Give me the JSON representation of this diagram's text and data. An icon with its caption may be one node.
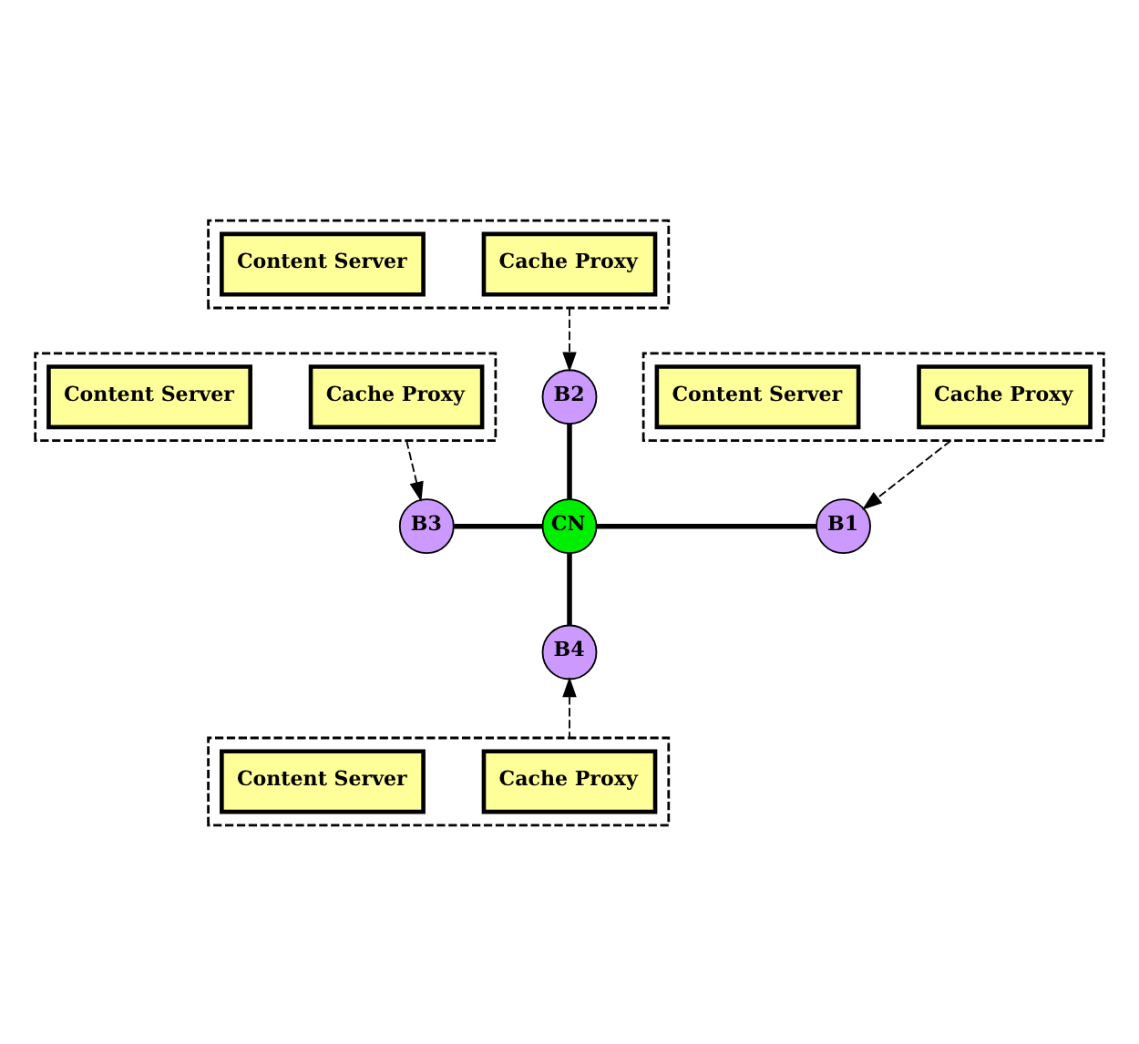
{
  "diagram": {
    "nodes": [
      {
        "text": [],
        "shape": "box"
      },
      {
        "text": [
          "Cache Proxy"
        ],
        "in": 0
      },
      {
        "text": [
          "Content Server"
        ],
        "in": 0
      },
      {
        "text": [
          "B2"
        ]
      },
      {
        "text": [],
        "shape": "box"
      },
      {
        "text": [
          "Cache Proxy"
        ],
        "in": 4
      },
      {
        "text": [
          "Content Server"
        ],
        "in": 4
      },
      {
        "text": [],
        "shape": "box"
      },
      {
        "text": [
          "Cache Proxy"
        ],
        "in": 7
      },
      {
        "text": [
          "Content Server"
        ],
        "in": 7
      },
      {
        "text": [
          "B3"
        ]
      },
      {
        "text": [
          "CN"
        ]
      },
      {
        "text": [
          "B1"
        ]
      },
      {
        "text": [
          "B4"
        ]
      },
      {
        "text": [],
        "shape": "box"
      },
      {
        "text": [
          "Cache Proxy"
        ],
        "in": 14
      },
      {
        "text": [
          "Content Server"
        ],
        "in": 14
      }
    ],
    "edges": [
      {
        "from": 0,
        "to": 3,
        "arrow": "to",
        "style": "dashed"
      },
      {
        "from": 4,
        "to": 10,
        "arrow": "to",
        "style": "dashed"
      },
      {
        "from": 7,
        "to": 12,
        "arrow": "to",
        "style": "dashed"
      },
      {
        "from": 14,
        "to": 13,
        "arrow": "to",
        "style": "dashed"
      },
      {
        "from": 3,
        "to": 11,
        "arrow": "none",
        "style": "thick"
      },
      {
        "from": 10,
        "to": 11,
        "arrow": "none",
        "style": "thick"
      },
      {
        "from": 11,
        "to": 12,
        "arrow": "none",
        "style": "thick"
      },
      {
        "from": 11,
        "to": 13,
        "arrow": "none",
        "style": "thick"
      }
    ]
  }
}
